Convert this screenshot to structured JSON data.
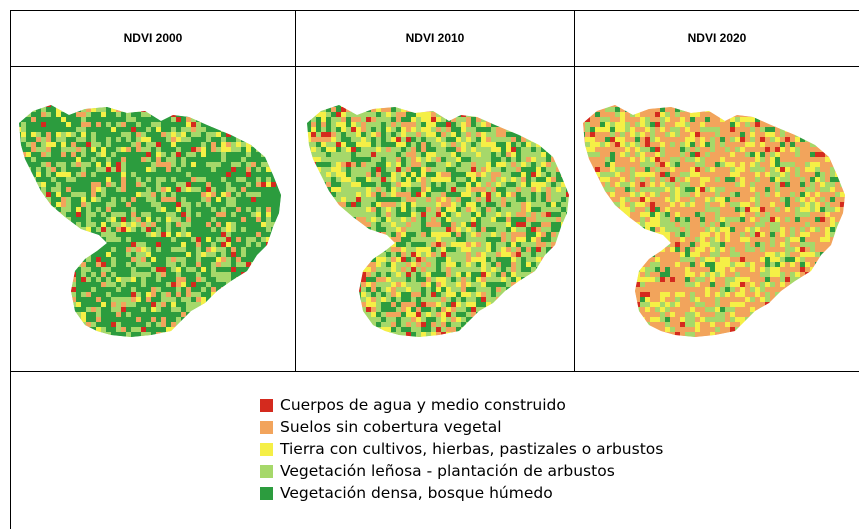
{
  "panels": [
    {
      "title": "NDVI 2000",
      "mix": [
        0.04,
        0.08,
        0.06,
        0.27,
        0.55
      ]
    },
    {
      "title": "NDVI 2010",
      "mix": [
        0.03,
        0.16,
        0.18,
        0.38,
        0.25
      ]
    },
    {
      "title": "NDVI 2020",
      "mix": [
        0.03,
        0.48,
        0.2,
        0.22,
        0.07
      ]
    }
  ],
  "legend": [
    {
      "label": "Cuerpos de agua y medio construido",
      "color": "#d42a1e"
    },
    {
      "label": "Suelos sin cobertura vegetal",
      "color": "#f2a45c"
    },
    {
      "label": "Tierra con cultivos, hierbas, pastizales o arbustos",
      "color": "#f5ef46"
    },
    {
      "label": "Vegetación leñosa - plantación de arbustos",
      "color": "#a6d86a"
    },
    {
      "label": "Vegetación densa, bosque húmedo",
      "color": "#2c9c3e"
    }
  ]
}
